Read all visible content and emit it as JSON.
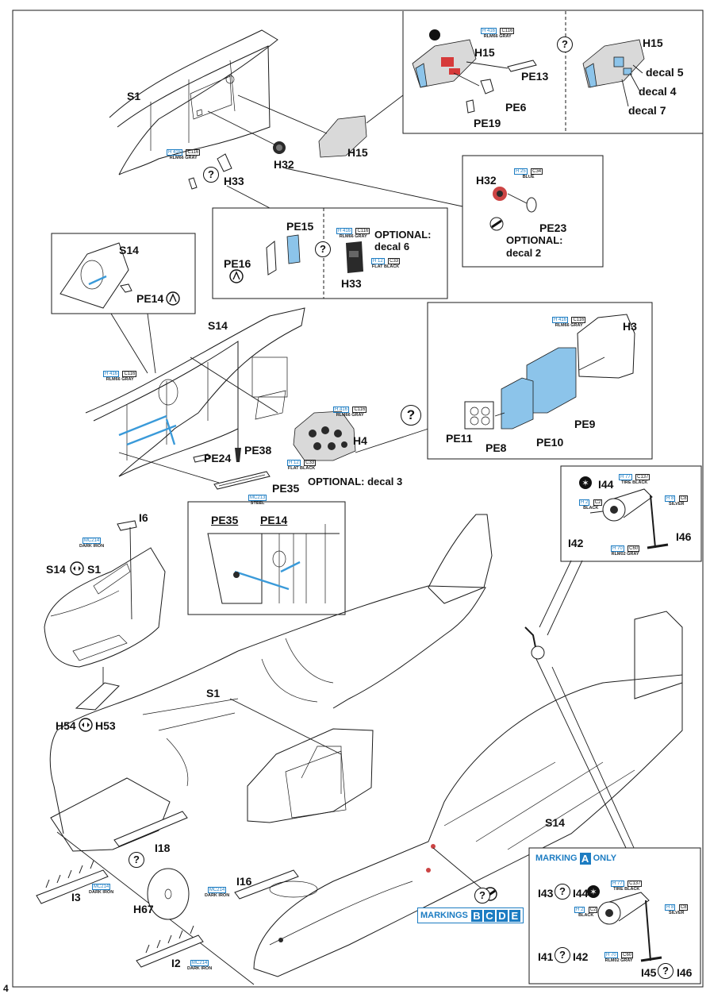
{
  "page_number": "4",
  "callouts": {
    "s1_top": "S1",
    "h15_center": "H15",
    "h32_center": "H32",
    "h33_center": "H33",
    "s14_inset": "S14",
    "pe14_inset": "PE14",
    "s14_mid": "S14",
    "pe24": "PE24",
    "pe38": "PE38",
    "pe35": "PE35",
    "h4": "H4",
    "i6": "I6",
    "s14_s1_left": "S14",
    "s14_s1_right": "S1",
    "h54": "H54",
    "h53": "H53",
    "s1_mid": "S1",
    "i18": "I18",
    "i3": "I3",
    "h67": "H67",
    "i16": "I16",
    "i2": "I2",
    "s14_bottom": "S14"
  },
  "top_right_panel": {
    "left": {
      "h15": "H15",
      "pe13": "PE13",
      "pe6": "PE6",
      "pe19": "PE19"
    },
    "right": {
      "h15": "H15",
      "decal5": "decal 5",
      "decal4": "decal 4",
      "decal7": "decal 7"
    }
  },
  "h32_panel": {
    "h32": "H32",
    "pe23": "PE23",
    "optional": "OPTIONAL:",
    "decal": "decal 2"
  },
  "h33_panel": {
    "pe15": "PE15",
    "pe16": "PE16",
    "h33": "H33",
    "optional": "OPTIONAL:",
    "decal": "decal 6"
  },
  "instrument_panel": {
    "h3": "H3",
    "pe9": "PE9",
    "pe11": "PE11",
    "pe8": "PE8",
    "pe10": "PE10"
  },
  "h4_optional": "OPTIONAL: decal 3",
  "detail_inset": {
    "pe35": "PE35",
    "pe14": "PE14"
  },
  "wheel_panel_top": {
    "i44": "I44",
    "i42": "I42",
    "i46": "I46"
  },
  "wheel_panel_bottom": {
    "i43": "I43",
    "i44": "I44",
    "i41": "I41",
    "i42": "I42",
    "i45": "I45",
    "i46": "I46",
    "marking_label": "MARKING",
    "marking_letter": "A",
    "marking_suffix": "ONLY"
  },
  "markings_bcde": {
    "label": "MARKINGS",
    "letters": [
      "B",
      "C",
      "D",
      "E"
    ]
  },
  "paint": {
    "h416_c116_rlm66_gray": {
      "c1": "H 416",
      "c2": "C116",
      "name": "RLM66 GRAY"
    },
    "h25_c34_blue": {
      "c1": "H 25",
      "c2": "C34",
      "name": "BLUE"
    },
    "h12_c33_flat_black": {
      "c1": "H 12",
      "c2": "C33",
      "name": "FLAT BLACK"
    },
    "mc213_steel": {
      "c1": "MC213",
      "name": "STEEL"
    },
    "mc214_dark_iron": {
      "c1": "MC214",
      "name": "DARK IRON"
    },
    "h77_c137_tire_black": {
      "c1": "H 77",
      "c2": "C137",
      "name": "TIRE BLACK"
    },
    "h2_c2_black": {
      "c1": "H 2",
      "c2": "C2",
      "name": "BLACK"
    },
    "h8_c8_silver": {
      "c1": "H 8",
      "c2": "C8",
      "name": "SILVER"
    },
    "h70_c60_rlm02_gray": {
      "c1": "H 70",
      "c2": "C60",
      "name": "RLM02 GRAY"
    }
  },
  "question_mark": "?",
  "colors": {
    "accent_blue": "#1c7cc2",
    "part_blue": "#8cc4ea",
    "part_red": "#d63a3a"
  }
}
